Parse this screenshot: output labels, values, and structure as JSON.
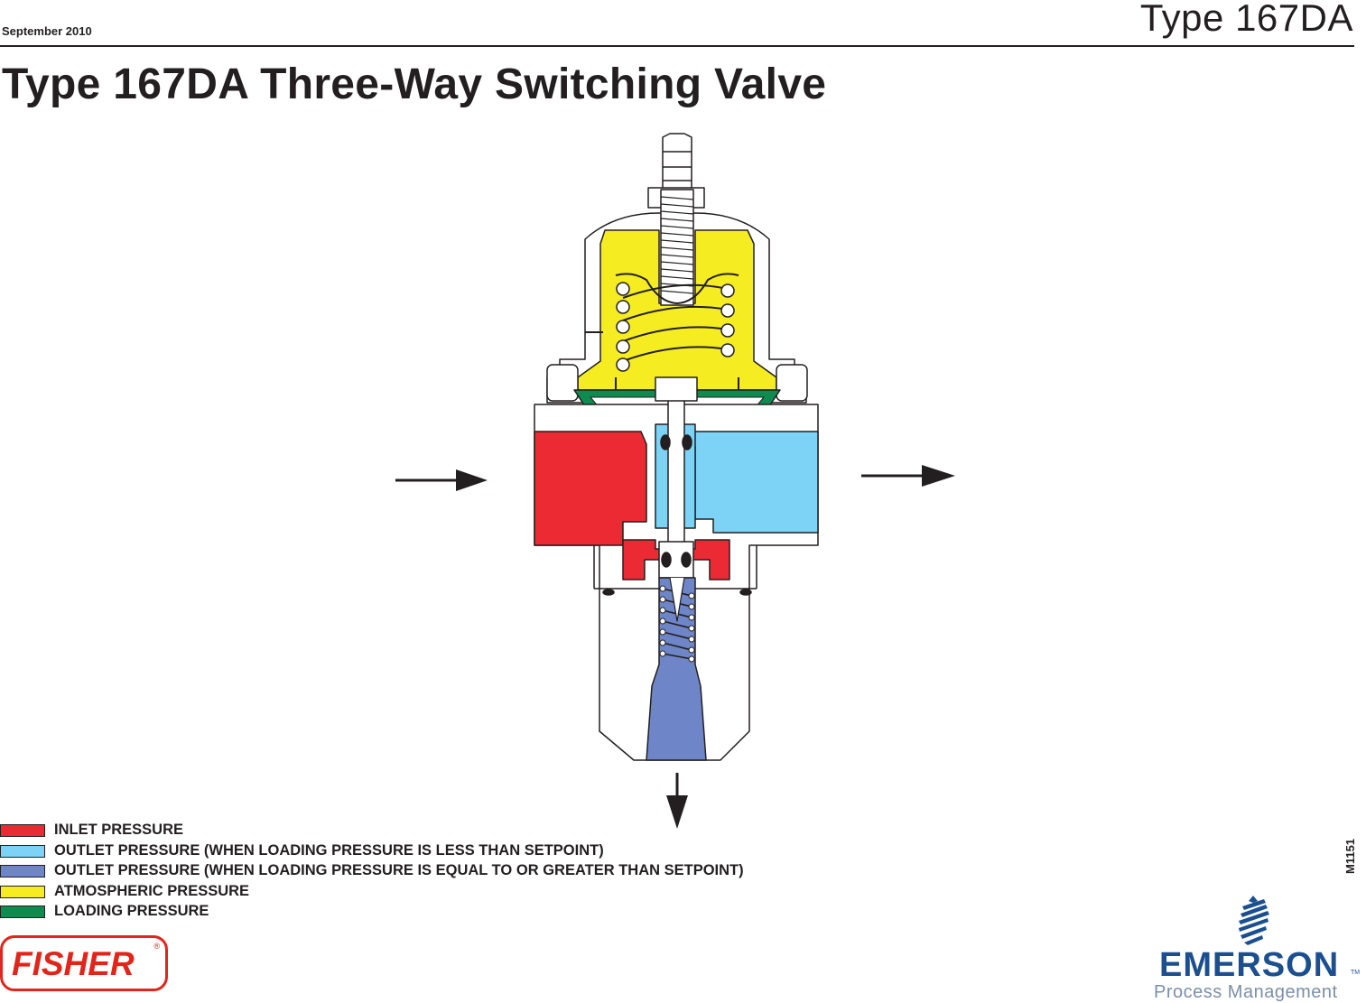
{
  "header": {
    "date": "September 2010",
    "product": "Type 167DA"
  },
  "title": "Type 167DA Three-Way Switching Valve",
  "colors": {
    "inlet": "#ec2a33",
    "outlet_low": "#7dd3f5",
    "outlet_high": "#6e86c8",
    "atmospheric": "#f5ec21",
    "loading": "#0f8b4f",
    "body": "#ffffff",
    "outline": "#231f20",
    "fisher_red": "#e1251b",
    "emerson_blue": "#1b4f8f"
  },
  "legend": [
    {
      "label": "INLET PRESSURE",
      "color": "#ec2a33"
    },
    {
      "label": "OUTLET PRESSURE (WHEN LOADING PRESSURE IS LESS THAN SETPOINT)",
      "color": "#7dd3f5"
    },
    {
      "label": "OUTLET PRESSURE (WHEN LOADING PRESSURE IS EQUAL TO OR GREATER THAN SETPOINT)",
      "color": "#6e86c8"
    },
    {
      "label": "ATMOSPHERIC PRESSURE",
      "color": "#f5ec21"
    },
    {
      "label": "LOADING PRESSURE",
      "color": "#0f8b4f"
    }
  ],
  "drawing_id": "M1151",
  "logos": {
    "fisher": "FISHER",
    "emerson": "EMERSON",
    "emerson_tm": "TM",
    "emerson_sub": "Process Management"
  }
}
